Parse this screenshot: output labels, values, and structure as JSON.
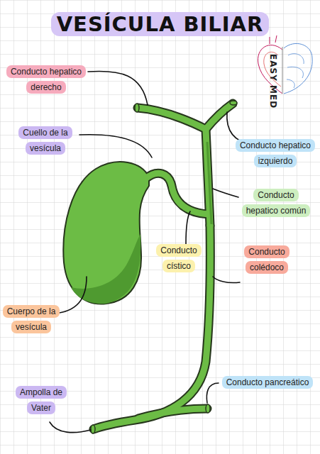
{
  "diagram": {
    "title": "VESÍCULA BILIAR",
    "nodes": [
      {
        "text": [
          "Conducto hepatico derecho"
        ]
      },
      {
        "text": [
          "Cuello de la vesícula"
        ]
      },
      {
        "text": [
          "Conducto hepatico izquierdo"
        ]
      },
      {
        "text": [
          "Conducto hepatico común"
        ]
      },
      {
        "text": [
          "Conducto cístico"
        ]
      },
      {
        "text": [
          "Conducto colédoco"
        ]
      },
      {
        "text": [
          "Cuerpo de la vesícula"
        ]
      },
      {
        "text": [
          "Conducto pancreático"
        ]
      },
      {
        "text": [
          "Ampolla de Vater"
        ]
      }
    ],
    "labels": [
      "EASY MED"
    ]
  }
}
